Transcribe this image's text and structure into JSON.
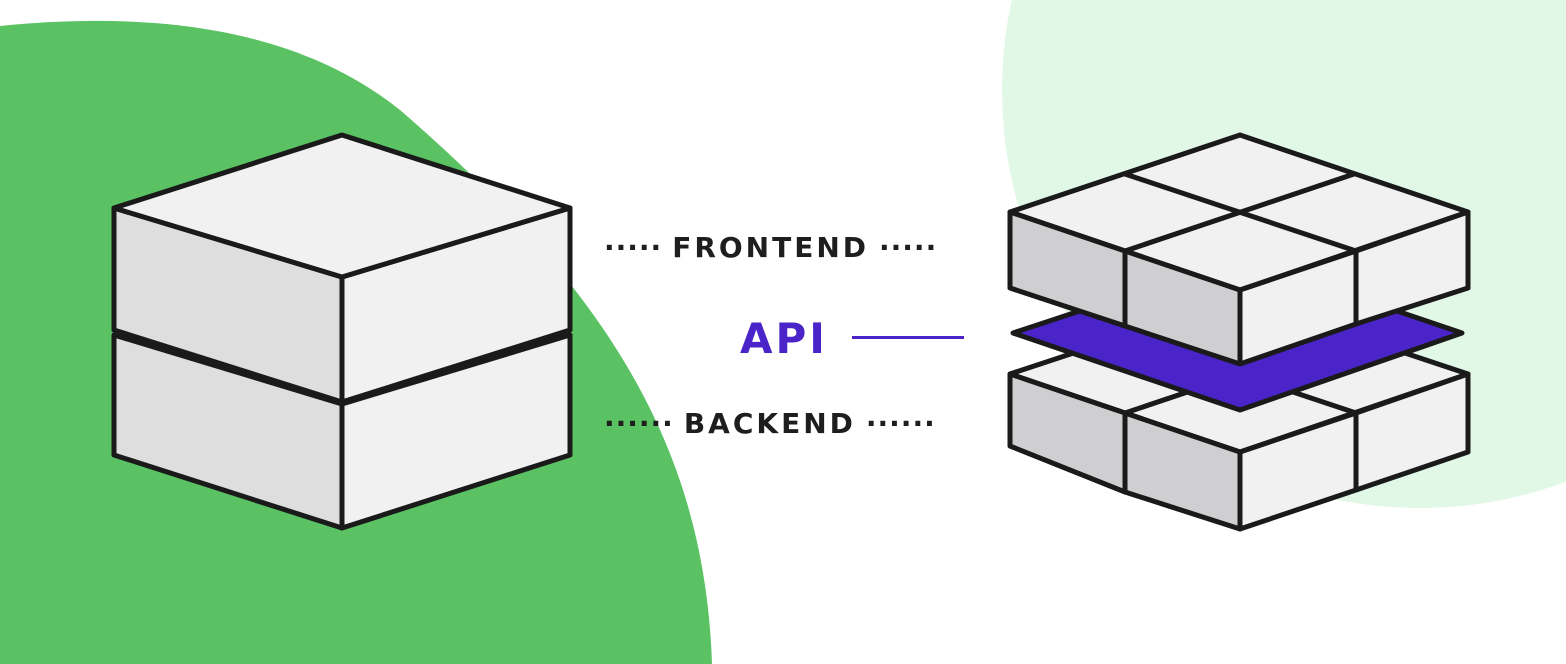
{
  "labels": {
    "frontend": "FRONTEND",
    "api": "API",
    "backend": "BACKEND",
    "dots_left_frontend": "·····",
    "dots_right_frontend": "·····",
    "dots_left_backend": "······",
    "dots_right_backend": "······"
  },
  "colors": {
    "green_blob": "#5ac263",
    "light_green_blob": "#e1f8e6",
    "api_purple": "#4a24c9",
    "label_text": "#1e1e1e",
    "block_top": "#f1f1f1",
    "block_left": "#dedede",
    "block_right": "#f1f1f1",
    "tile_left": "#cfcfd2",
    "outline": "#1a1a1a"
  },
  "icons": {
    "monolith": "stacked-blocks-icon",
    "layered": "layered-tiles-icon"
  }
}
